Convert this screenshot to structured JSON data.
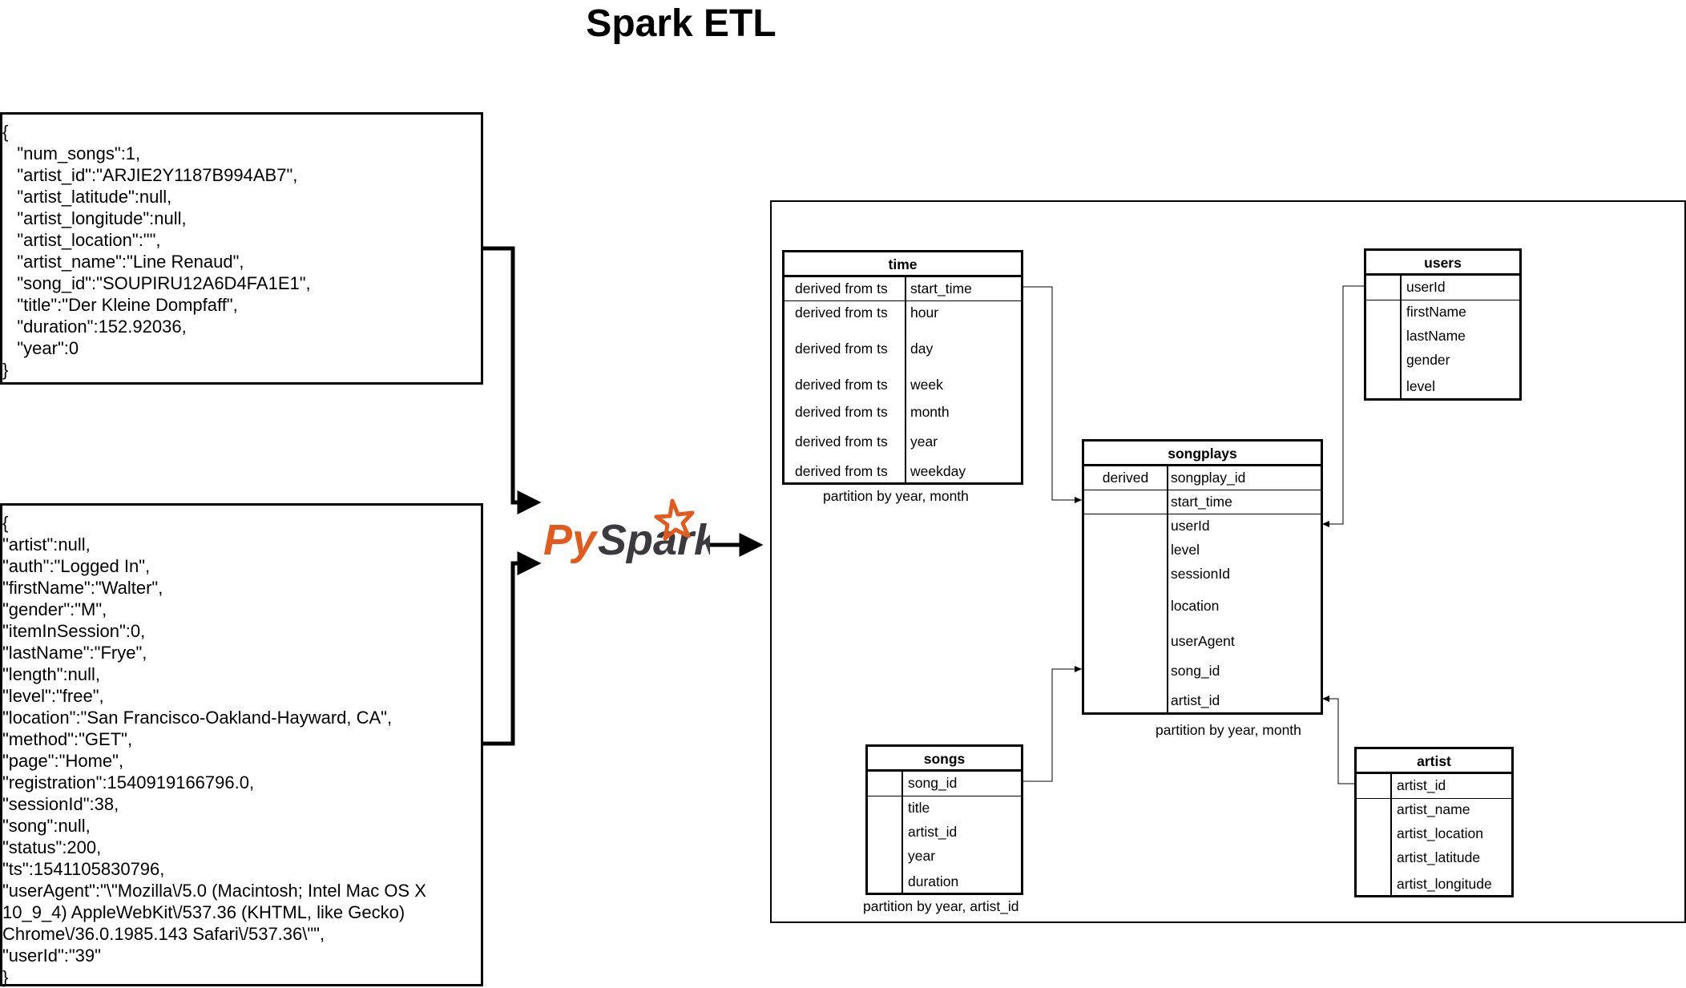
{
  "title": "Spark ETL",
  "song_json": [
    "{",
    "   \"num_songs\":1,",
    "   \"artist_id\":\"ARJIE2Y1187B994AB7\",",
    "   \"artist_latitude\":null,",
    "   \"artist_longitude\":null,",
    "   \"artist_location\":\"\",",
    "   \"artist_name\":\"Line Renaud\",",
    "   \"song_id\":\"SOUPIRU12A6D4FA1E1\",",
    "   \"title\":\"Der Kleine Dompfaff\",",
    "   \"duration\":152.92036,",
    "   \"year\":0",
    "}"
  ],
  "log_json": [
    "{",
    "\"artist\":null,",
    "\"auth\":\"Logged In\",",
    "\"firstName\":\"Walter\",",
    "\"gender\":\"M\",",
    "\"itemInSession\":0,",
    "\"lastName\":\"Frye\",",
    "\"length\":null,",
    "\"level\":\"free\",",
    "\"location\":\"San Francisco-Oakland-Hayward, CA\",",
    "\"method\":\"GET\",",
    "\"page\":\"Home\",",
    "\"registration\":1540919166796.0,",
    "\"sessionId\":38,",
    "\"song\":null,",
    "\"status\":200,",
    "\"ts\":1541105830796,",
    "\"userAgent\":\"\\\"Mozilla\\/5.0 (Macintosh; Intel Mac OS X",
    "10_9_4) AppleWebKit\\/537.36 (KHTML, like Gecko)",
    "Chrome\\/36.0.1985.143 Safari\\/537.36\\\"\",",
    "\"userId\":\"39\"",
    "}"
  ],
  "logo": {
    "py": "Py",
    "spark": "Spark",
    "py_color": "#e25a1c",
    "spark_color": "#3c3a3e"
  },
  "tables": {
    "time": {
      "name": "time",
      "left": [
        "derived from ts",
        "derived from ts",
        "derived from ts",
        "derived from ts",
        "derived from ts",
        "derived from ts",
        "derived from ts"
      ],
      "columns": [
        "start_time",
        "hour",
        "day",
        "week",
        "month",
        "year",
        "weekday"
      ],
      "partition": "partition by  year, month"
    },
    "users": {
      "name": "users",
      "columns": [
        "userId",
        "firstName",
        "lastName",
        "gender",
        "level"
      ]
    },
    "songplays": {
      "name": "songplays",
      "left": [
        "derived"
      ],
      "columns": [
        "songplay_id",
        "start_time",
        "userId",
        "level",
        "sessionId",
        "location",
        "userAgent",
        "song_id",
        "artist_id"
      ],
      "partition": "partition by  year, month"
    },
    "songs": {
      "name": "songs",
      "columns": [
        "song_id",
        "title",
        "artist_id",
        "year",
        "duration"
      ],
      "partition": "partition by  year, artist_id"
    },
    "artist": {
      "name": "artist",
      "columns": [
        "artist_id",
        "artist_name",
        "artist_location",
        "artist_latitude",
        "artist_longitude"
      ]
    }
  }
}
